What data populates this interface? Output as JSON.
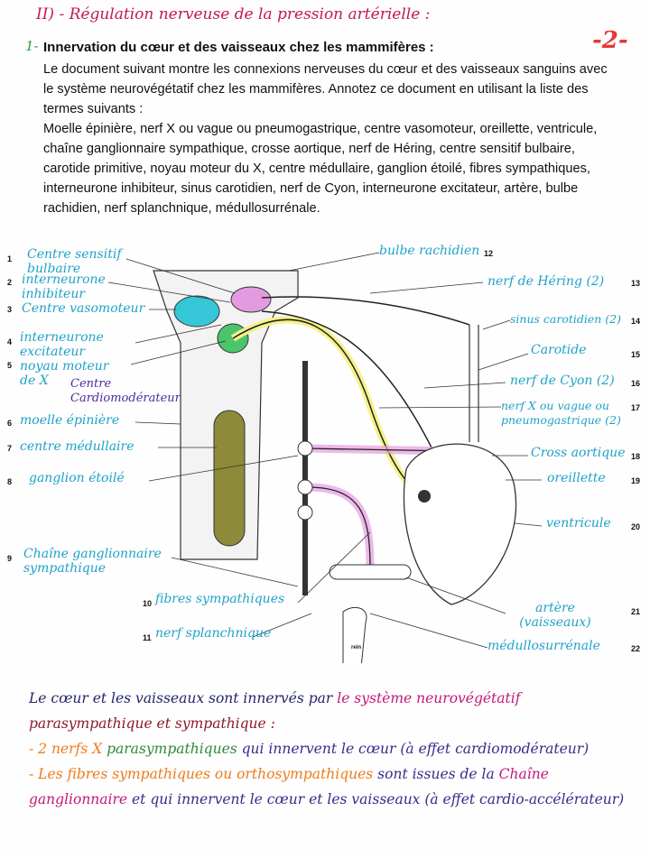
{
  "header": {
    "title": "II) - Régulation nerveuse de la pression artérielle :",
    "page_number": "-2-"
  },
  "section": {
    "number": "1-",
    "title": "Innervation du cœur et des vaisseaux chez les mammifères :",
    "intro": "Le document suivant montre les connexions nerveuses du cœur et des vaisseaux sanguins avec le système neurovégétatif chez les mammifères. Annotez ce document en utilisant la liste des termes suivants :",
    "terms": "Moelle épinière, nerf X ou vague ou pneumogastrique, centre vasomoteur, oreillette, ventricule, chaîne ganglionnaire sympathique, crosse aortique, nerf de Héring, centre sensitif bulbaire, carotide primitive, noyau moteur du X, centre médullaire, ganglion étoilé, fibres sympathiques, interneurone inhibiteur, sinus carotidien, nerf de Cyon, interneurone excitateur, artère, bulbe rachidien, nerf splanchnique, médullosurrénale."
  },
  "diagram": {
    "labels": [
      {
        "num": "1",
        "text": "Centre sensitif bulbaire"
      },
      {
        "num": "2",
        "text": "interneurone inhibiteur"
      },
      {
        "num": "3",
        "text": "Centre vasomoteur"
      },
      {
        "num": "4",
        "text": "interneurone excitateur"
      },
      {
        "num": "5",
        "text": "noyau moteur de X"
      },
      {
        "num": "6",
        "text": "moelle épinière"
      },
      {
        "num": "7",
        "text": "centre médullaire"
      },
      {
        "num": "8",
        "text": "ganglion étoilé"
      },
      {
        "num": "9",
        "text": "Chaîne ganglionnaire sympathique"
      },
      {
        "num": "10",
        "text": "fibres sympathiques"
      },
      {
        "num": "11",
        "text": "nerf splanchnique"
      },
      {
        "num": "12",
        "text": "bulbe rachidien"
      },
      {
        "num": "13",
        "text": "nerf de Héring (2)"
      },
      {
        "num": "14",
        "text": "sinus carotidien (2)"
      },
      {
        "num": "15",
        "text": "Carotide"
      },
      {
        "num": "16",
        "text": "nerf de Cyon (2)"
      },
      {
        "num": "17",
        "text": "nerf X ou vague ou pneumogastrique (2)"
      },
      {
        "num": "18",
        "text": "Cross aortique"
      },
      {
        "num": "19",
        "text": "oreillette"
      },
      {
        "num": "20",
        "text": "ventricule"
      },
      {
        "num": "21",
        "text": "artère (vaisseaux)"
      },
      {
        "num": "22",
        "text": "médullosurrénale"
      }
    ],
    "annotation": "Centre Cardiomodérateur",
    "kidney_label": "rein"
  },
  "notes": {
    "line1": [
      {
        "t": "Le cœur et les vaisseaux sont innervés par ",
        "c": "navy"
      },
      {
        "t": "le système neurovégétatif",
        "c": "mag"
      }
    ],
    "line2": [
      {
        "t": "parasympathique et sympathique :",
        "c": "maroon"
      }
    ],
    "line3": [
      {
        "t": "- 2 nerfs X ",
        "c": "orange"
      },
      {
        "t": "parasympathiques ",
        "c": "green"
      },
      {
        "t": "qui innervent le cœur (à effet cardiomodérateur)",
        "c": "violet"
      }
    ],
    "line4": [
      {
        "t": "- Les fibres sympathiques ou orthosympathiques ",
        "c": "orange"
      },
      {
        "t": "sont issues de la ",
        "c": "violet"
      },
      {
        "t": "Chaîne ganglionnaire ",
        "c": "mag"
      },
      {
        "t": "et qui innervent le cœur et les vaisseaux (à effet cardio-accélérateur)",
        "c": "violet"
      }
    ]
  }
}
